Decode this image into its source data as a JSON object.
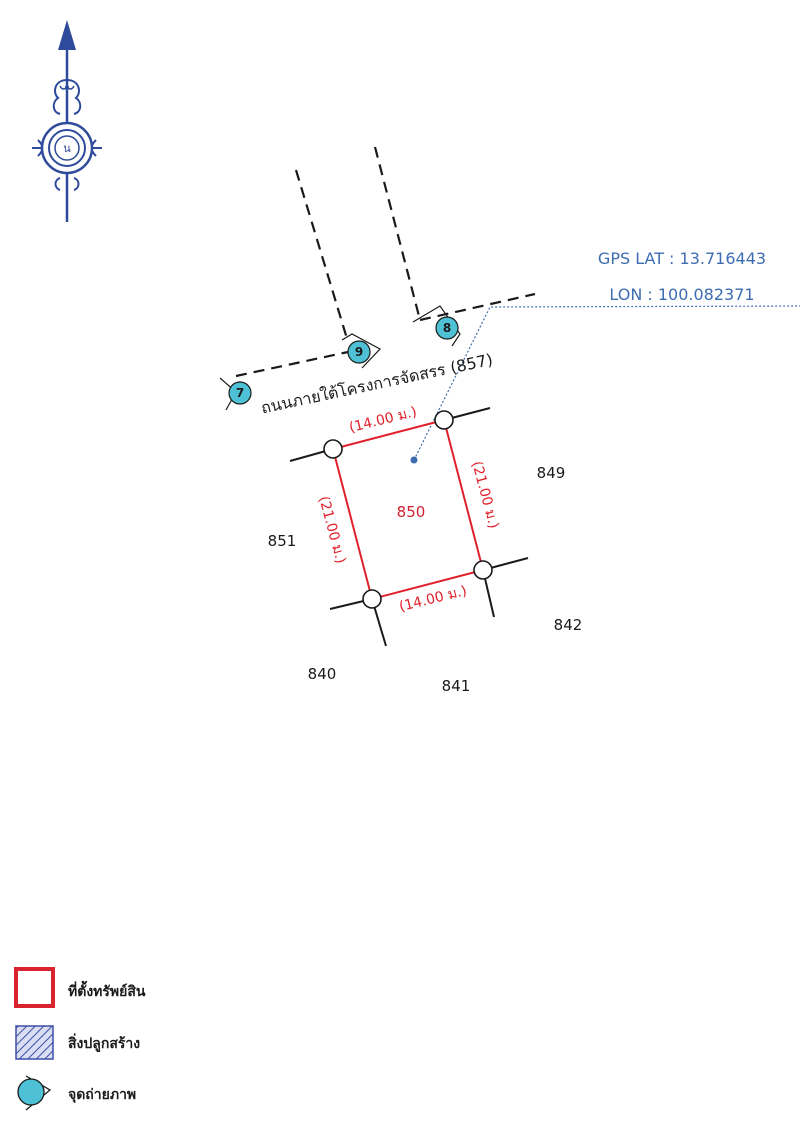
{
  "gps": {
    "lat_text": "GPS LAT : 13.716443",
    "lon_text": "LON : 100.082371"
  },
  "compass": {
    "glyph": "น"
  },
  "road": {
    "label": "ถนนภายใต้โครงการจัดสรร (857)"
  },
  "subject_parcel": {
    "number": "850",
    "dim_top": "(14.00 ม.)",
    "dim_bottom": "(14.00 ม.)",
    "dim_left": "(21.00 ม.)",
    "dim_right": "(21.00 ม.)"
  },
  "parcels": [
    "849",
    "851",
    "840",
    "841",
    "842"
  ],
  "photo_points": [
    "7",
    "9",
    "8"
  ],
  "legend": {
    "items": [
      {
        "label": "ที่ตั้งทรัพย์สิน"
      },
      {
        "label": "สิ่งปลูกสร้าง"
      },
      {
        "label": "จุดถ่ายภาพ"
      }
    ]
  },
  "colors": {
    "subject_outline": "#e0212b",
    "legend_outline": "#d9232e",
    "north_arrow": "#2e4a9b",
    "gps_text": "#3d6cb0",
    "photo_point_fill": "#4fc1d6",
    "hatch": "#3f4fa8"
  }
}
